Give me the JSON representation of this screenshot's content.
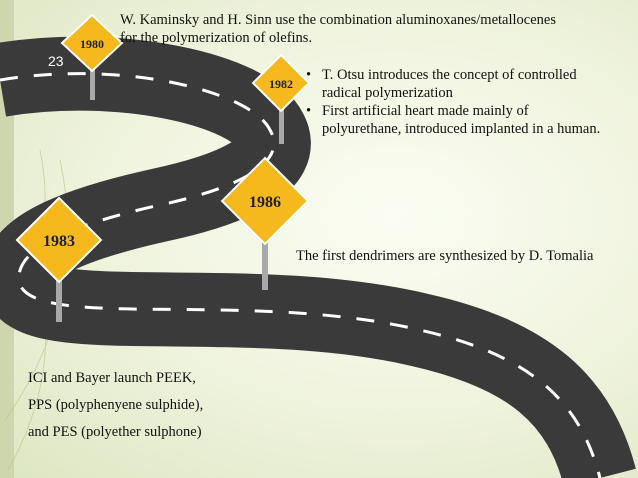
{
  "slide": {
    "number": "23",
    "accent_color": "#c8331a",
    "road_color": "#3a3a3a",
    "sign_color": "#f5b91e"
  },
  "milestones": [
    {
      "year": "1980",
      "text": "W. Kaminsky and H. Sinn use the combination aluminoxanes/metallocenes",
      "text2": "for the polymerization of olefins."
    },
    {
      "year": "1982",
      "bullets": [
        {
          "line1": "T. Otsu introduces the concept of controlled",
          "line2": "radical polymerization"
        },
        {
          "line1": "First artificial heart made mainly of",
          "line2": "polyurethane, introduced implanted in a human."
        }
      ]
    },
    {
      "year": "1986",
      "text": "The first dendrimers are synthesized by D. Tomalia"
    },
    {
      "year": "1983",
      "lines": [
        "ICI and Bayer launch PEEK,",
        "PPS (polyphenyene sulphide),",
        "and PES (polyether sulphone)"
      ]
    }
  ]
}
